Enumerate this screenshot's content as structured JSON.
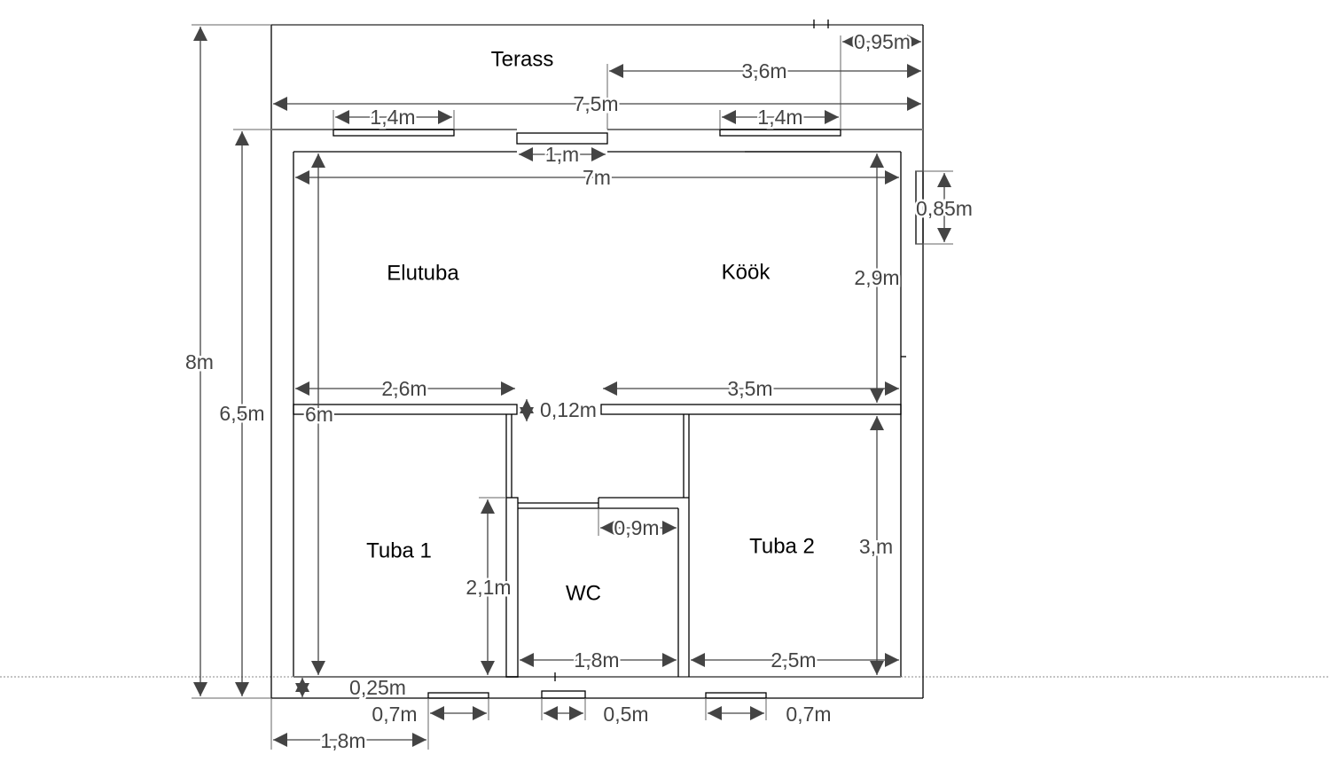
{
  "rooms": {
    "terrace": "Terass",
    "living_room": "Elutuba",
    "kitchen": "Köök",
    "room1": "Tuba 1",
    "room2": "Tuba 2",
    "wc": "WC"
  },
  "dimensions": {
    "total_height": "8m",
    "house_height": "6,5m",
    "inner_height": "6m",
    "kitchen_height": "2,9m",
    "room2_height": "3,m",
    "wc_wall_height": "2,1m",
    "side_window": "0,85m",
    "total_width": "7,5m",
    "right_offset": "3,6m",
    "corner_offset": "0,95m",
    "window_left": "1,4m",
    "window_right": "1,4m",
    "door": "1,m",
    "inner_width": "7m",
    "living_wall": "2,6m",
    "kitchen_wall": "3,5m",
    "wall_thickness": "0,12m",
    "wc_door": "0,9m",
    "wc_width": "1,8m",
    "room2_width": "2,5m",
    "outer_wall": "0,25m",
    "bottom_window_left": "0,7m",
    "bottom_window_mid": "0,5m",
    "bottom_window_right": "0,7m",
    "bottom_offset": "1,8m"
  }
}
